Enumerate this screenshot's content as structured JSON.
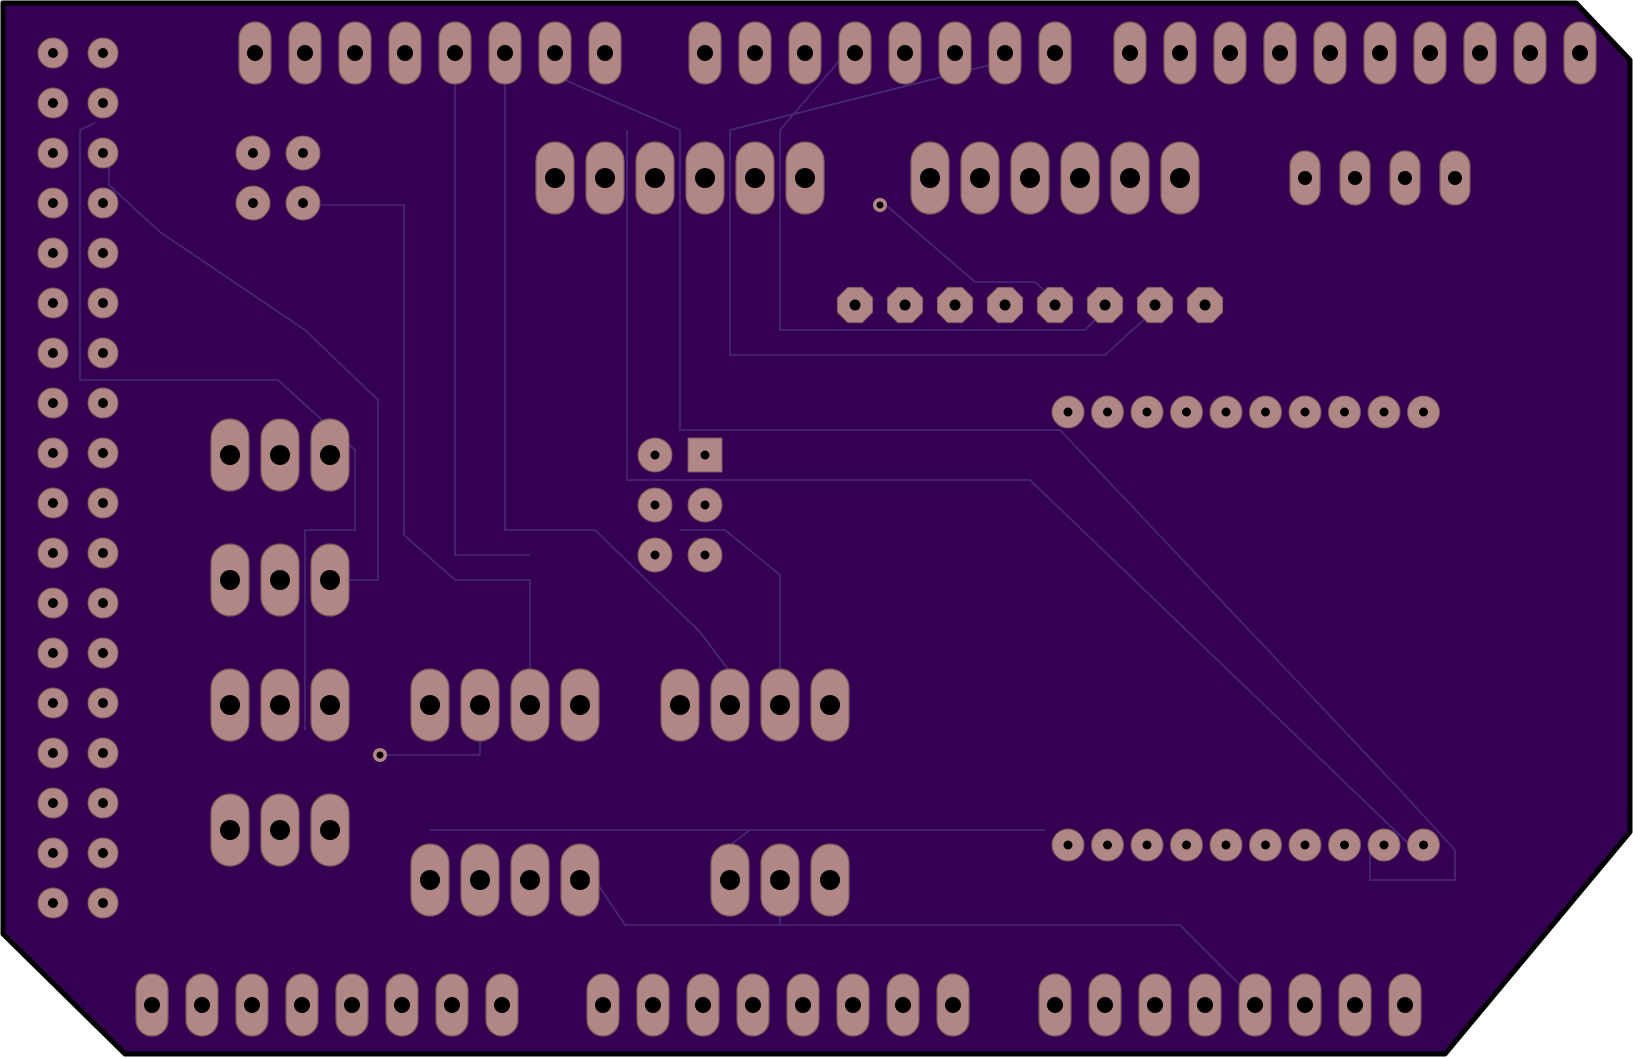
{
  "board": {
    "substrate_color": "#330052",
    "outline_color": "#000000",
    "trace_color": "#4a2a78",
    "pad_color": "#b08785",
    "drill_color": "#000000",
    "via_color": "#b08785"
  },
  "headers": {
    "top_row_groups": [
      8,
      8,
      10
    ],
    "bottom_row_groups": [
      8,
      8,
      8
    ],
    "left_double_rows": 18
  },
  "components": {
    "power_jack_pads": 4,
    "small_header_pins": 6,
    "large_pad_rows": 4,
    "ic_socket_pins_per_side": 10
  }
}
